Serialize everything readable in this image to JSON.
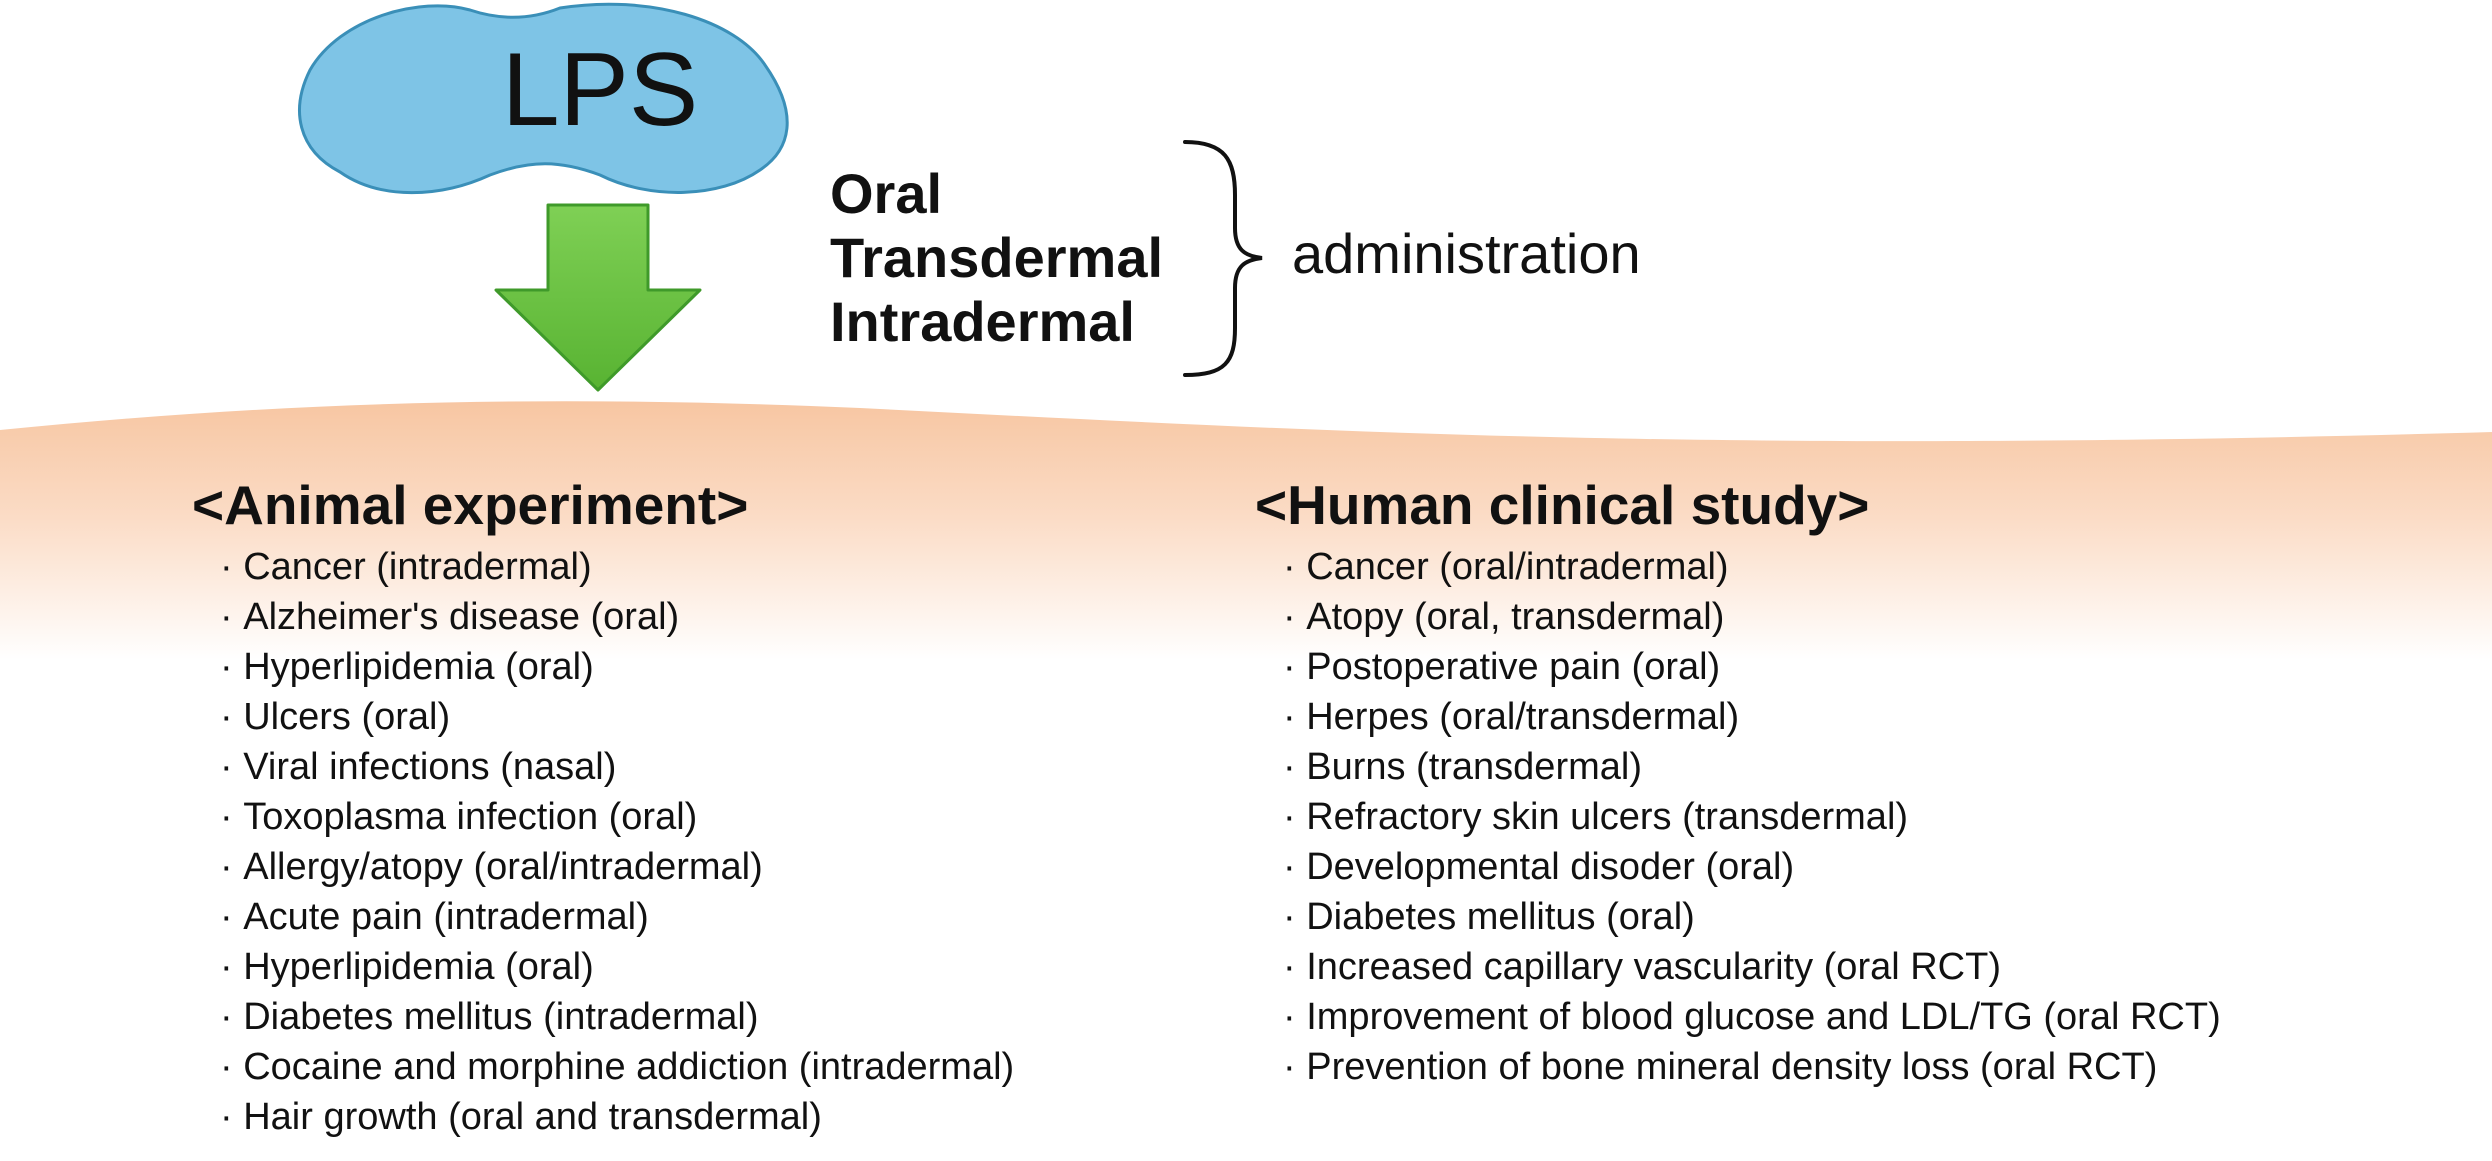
{
  "lps": {
    "label": "LPS"
  },
  "routes": [
    "Oral",
    "Transdermal",
    "Intradermal"
  ],
  "administration_label": "administration",
  "animal": {
    "title": "<Animal experiment>",
    "items": [
      "Cancer (intradermal)",
      "Alzheimer's disease (oral)",
      "Hyperlipidemia (oral)",
      "Ulcers (oral)",
      "Viral infections (nasal)",
      "Toxoplasma infection (oral)",
      "Allergy/atopy (oral/intradermal)",
      "Acute pain (intradermal)",
      "Hyperlipidemia (oral)",
      "Diabetes mellitus (intradermal)",
      "Cocaine and morphine addiction (intradermal)",
      "Hair growth (oral and transdermal)"
    ]
  },
  "human": {
    "title": "<Human clinical study>",
    "items": [
      "Cancer (oral/intradermal)",
      "Atopy (oral, transdermal)",
      "Postoperative pain (oral)",
      "Herpes (oral/transdermal)",
      "Burns (transdermal)",
      "Refractory skin ulcers (transdermal)",
      "Developmental disoder (oral)",
      "Diabetes mellitus (oral)",
      "Increased capillary vascularity (oral RCT)",
      "Improvement of blood glucose and LDL/TG (oral RCT)",
      "Prevention of bone mineral density loss (oral RCT)"
    ]
  },
  "colors": {
    "lps_fill": "#7ec4e6",
    "lps_stroke": "#3a8fb8",
    "arrow_fill": "#6cc644",
    "arrow_stroke": "#3f9a2a",
    "skin": "#f7c9a8"
  },
  "icons": {
    "arrow": "down-arrow-icon",
    "brace": "right-brace-icon"
  }
}
